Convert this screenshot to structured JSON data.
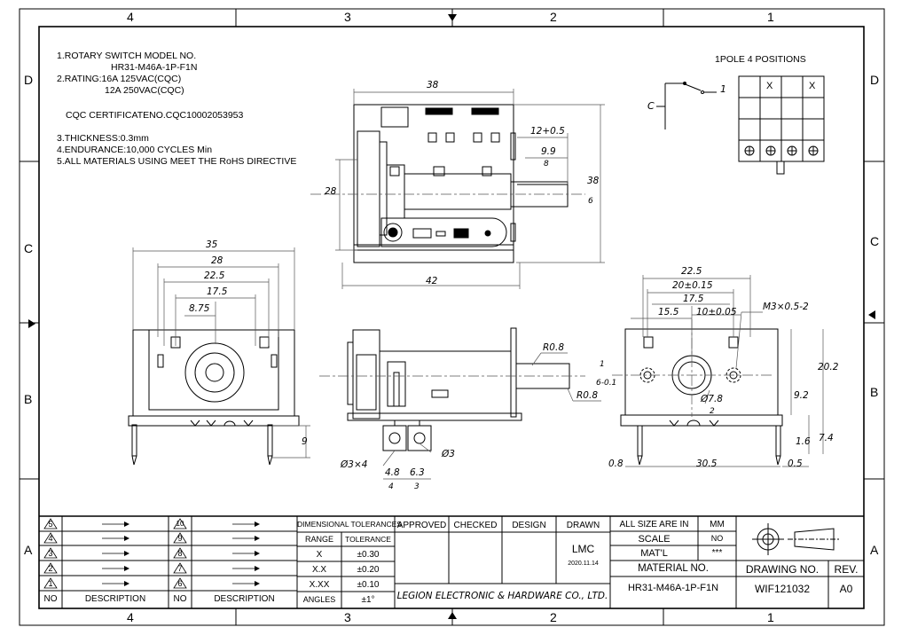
{
  "border": {
    "columns_top": [
      "4",
      "3",
      "2",
      "1"
    ],
    "columns_bottom": [
      "4",
      "3",
      "2",
      "1"
    ],
    "rows_left": [
      "D",
      "C",
      "B",
      "A"
    ],
    "rows_right": [
      "D",
      "C",
      "B",
      "A"
    ]
  },
  "notes": {
    "line1": "1.ROTARY SWITCH MODEL NO.",
    "line1b": "HR31-M46A-1P-F1N",
    "line2": "2.RATING:16A 125VAC(CQC)",
    "line2b": "12A  250VAC(CQC)",
    "cert": "CQC CERTIFICATENO.CQC10002053953",
    "line3": "3.THICKNESS:0.3mm",
    "line4": "4.ENDURANCE:10,000 CYCLES Min",
    "line5": "5.ALL MATERIALS USING MEET THE RoHS DIRECTIVE"
  },
  "schematic": {
    "title": "1POLE 4 POSITIONS",
    "common_label": "C",
    "pos_label": "1",
    "cross": "X"
  },
  "dimensions": {
    "top_38": "38",
    "top_42": "42",
    "top_12": "12+0.5",
    "top_9_9": "9.9",
    "top_side_38": "38",
    "top_side_28": "28",
    "circle6": "6",
    "circle8": "8",
    "side_35": "35",
    "side_28": "28",
    "side_22_5": "22.5",
    "side_17_5": "17.5",
    "side_8_75": "8.75",
    "side_9": "9",
    "mid_r08a": "R0.8",
    "mid_r08b": "R0.8",
    "mid_phi3x4": "Ø3×4",
    "mid_phi3": "Ø3",
    "mid_4_8": "4.8",
    "mid_6_3": "6.3",
    "circle4": "4",
    "circle3": "3",
    "r_22_5": "22.5",
    "r_20": "20±0.15",
    "r_17_5": "17.5",
    "r_15_5": "15.5",
    "r_10": "10±0.05",
    "r_m3": "M3×0.5-2",
    "r_6": "6-0.1",
    "r_phi78": "Ø7.8",
    "r_20_2": "20.2",
    "r_9_2": "9.2",
    "r_7_4": "7.4",
    "r_1_6": "1.6",
    "r_0_8": "0.8",
    "r_30_5": "30.5",
    "r_0_5": "0.5",
    "circle1": "1",
    "circle2": "2"
  },
  "title_block": {
    "rev_rows": [
      "5",
      "4",
      "3",
      "2",
      "1"
    ],
    "rev_rows2": [
      "10",
      "9",
      "8",
      "7",
      "6"
    ],
    "no_label": "NO",
    "desc_label": "DESCRIPTION",
    "tol_header": "DIMENSIONAL TOLERANCES",
    "tol_range": "RANGE",
    "tol_tol": "TOLERANCE",
    "tol_rows": [
      {
        "range": "X",
        "tol": "±0.30"
      },
      {
        "range": "X.X",
        "tol": "±0.20"
      },
      {
        "range": "X.XX",
        "tol": "±0.10"
      },
      {
        "range": "ANGLES",
        "tol": "±1°"
      }
    ],
    "approved": "APPROVED",
    "checked": "CHECKED",
    "design": "DESIGN",
    "drawn": "DRAWN",
    "drawn_by": "LMC",
    "drawn_date": "2020.11.14",
    "company": "LEGION ELECTRONIC & HARDWARE CO., LTD.",
    "all_size": "ALL SIZE ARE IN",
    "unit": "MM",
    "scale": "SCALE",
    "scale_val": "NO",
    "matl": "MAT'L",
    "matl_val": "***",
    "material_no": "MATERIAL NO.",
    "material_val": "HR31-M46A-1P-F1N",
    "drawing_no": "DRAWING NO.",
    "drawing_val": "WIF121032",
    "rev": "REV.",
    "rev_val": "A0"
  }
}
